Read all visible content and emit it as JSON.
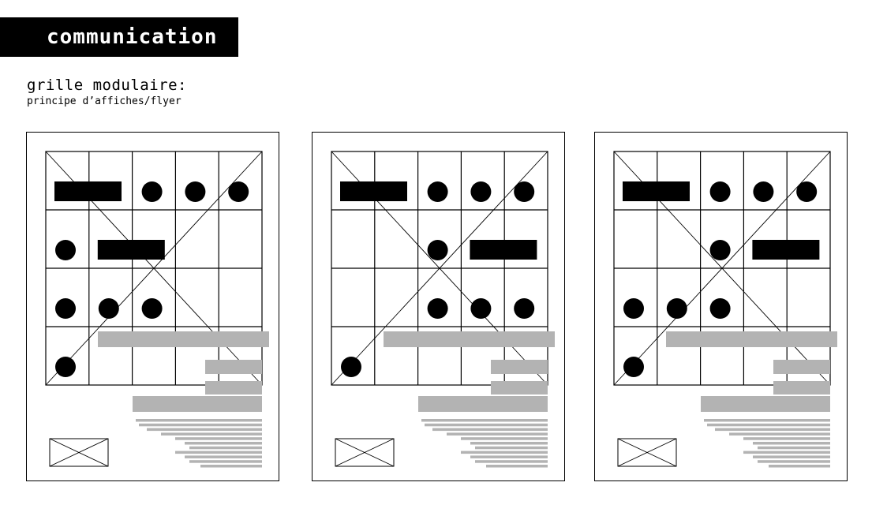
{
  "header": {
    "title": "communication",
    "subtitle": "grille modulaire:",
    "caption": "principe d’affiches/flyer"
  },
  "colors": {
    "ink": "#000000",
    "text_block": "#b3b3b3",
    "background": "#ffffff"
  },
  "posters": [
    {
      "name": "poster-1",
      "dots": [
        [
          2,
          0
        ],
        [
          3,
          0
        ],
        [
          4,
          0
        ],
        [
          0,
          1
        ],
        [
          0,
          2
        ],
        [
          1,
          2
        ],
        [
          2,
          2
        ],
        [
          0,
          3
        ]
      ],
      "bars": [
        {
          "col": 0,
          "row": 0
        },
        {
          "col": 1,
          "row": 1
        }
      ]
    },
    {
      "name": "poster-2",
      "dots": [
        [
          2,
          0
        ],
        [
          3,
          0
        ],
        [
          4,
          0
        ],
        [
          2,
          1
        ],
        [
          2,
          2
        ],
        [
          3,
          2
        ],
        [
          4,
          2
        ],
        [
          0,
          3
        ]
      ],
      "bars": [
        {
          "col": 0,
          "row": 0
        },
        {
          "col": 3,
          "row": 1
        }
      ]
    },
    {
      "name": "poster-3",
      "dots": [
        [
          2,
          0
        ],
        [
          3,
          0
        ],
        [
          4,
          0
        ],
        [
          2,
          1
        ],
        [
          0,
          2
        ],
        [
          1,
          2
        ],
        [
          2,
          2
        ],
        [
          0,
          3
        ]
      ],
      "bars": [
        {
          "col": 0,
          "row": 0
        },
        {
          "col": 3,
          "row": 1
        }
      ]
    }
  ]
}
